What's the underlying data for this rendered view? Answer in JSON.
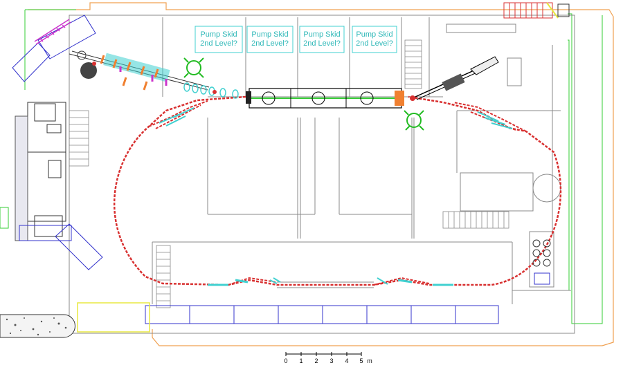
{
  "plan": {
    "pump_skids": [
      {
        "line1": "Pump Skid",
        "line2": "2nd Level?"
      },
      {
        "line1": "Pump Skid",
        "line2": "2nd Level?"
      },
      {
        "line1": "Pump Skid",
        "line2": "2nd Level?"
      },
      {
        "line1": "Pump Skid",
        "line2": "2nd Level?"
      }
    ],
    "scale_bar": {
      "ticks": [
        "0",
        "1",
        "2",
        "3",
        "4",
        "5"
      ],
      "unit": "m"
    }
  },
  "colors": {
    "building_wall": "#f0a050",
    "outline_green": "#33cc33",
    "blue_lines": "#3333cc",
    "ring_red": "#d83030",
    "ring_cyan": "#40d0d0",
    "skid_text": "#2fb8b8",
    "magenta": "#cc33cc",
    "yellow": "#e8e840",
    "pump_green": "#22bb22",
    "grey_lines": "#888888"
  }
}
